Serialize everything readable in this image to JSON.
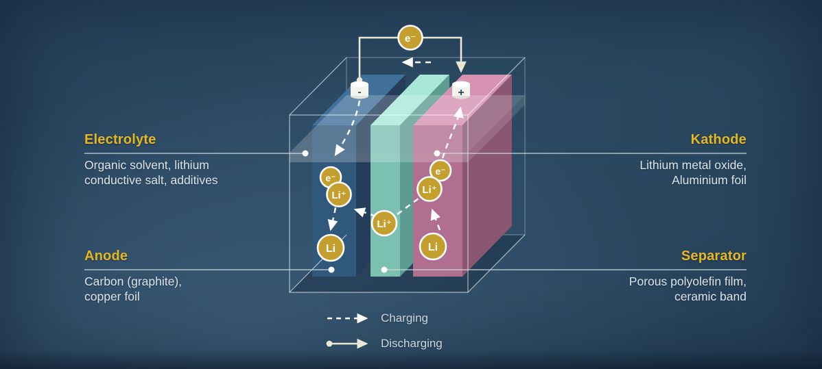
{
  "diagram": {
    "labels": {
      "electrolyte": {
        "title": "Electrolyte",
        "desc_line1": "Organic solvent, lithium",
        "desc_line2": "conductive salt, additives"
      },
      "kathode": {
        "title": "Kathode",
        "desc_line1": "Lithium metal oxide,",
        "desc_line2": "Aluminium foil"
      },
      "anode": {
        "title": "Anode",
        "desc_line1": "Carbon (graphite),",
        "desc_line2": "copper foil"
      },
      "separator": {
        "title": "Separator",
        "desc_line1": "Porous polyolefin film,",
        "desc_line2": "ceramic band"
      }
    },
    "particles": {
      "electron": "e⁻",
      "lithium_ion": "Li⁺",
      "lithium": "Li"
    },
    "terminals": {
      "negative": "-",
      "positive": "+"
    },
    "legend": {
      "charging": "Charging",
      "discharging": "Discharging"
    },
    "colors": {
      "background": "#253f58",
      "heading_yellow": "#e5b722",
      "body_text": "#dce4e9",
      "lead_line": "#ccd6dc",
      "particle_gold": "#c49f2e",
      "particle_ring": "#ffffff",
      "wire_cream": "#ebe8d5",
      "arrow_white": "#ffffff",
      "anode_front": "#30587a",
      "anode_top": "#41719a",
      "anode_side": "#243e59",
      "separator_front": "#7cc0b2",
      "separator_top": "#a9e8d8",
      "separator_side": "#5d9c91",
      "kathode_front": "#b06f90",
      "kathode_top": "#d592b3",
      "kathode_side": "#8a5672"
    }
  }
}
